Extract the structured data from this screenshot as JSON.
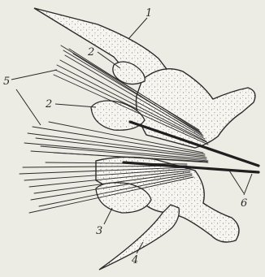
{
  "figure": {
    "callouts": {
      "label_1": "1",
      "label_2a": "2",
      "label_2b": "2",
      "label_3": "3",
      "label_4": "4",
      "label_5": "5",
      "label_6": "6"
    },
    "colors": {
      "background": "#ecebe4",
      "ink": "#2a2a2a",
      "shape_fill": "#f6f5ef"
    }
  }
}
